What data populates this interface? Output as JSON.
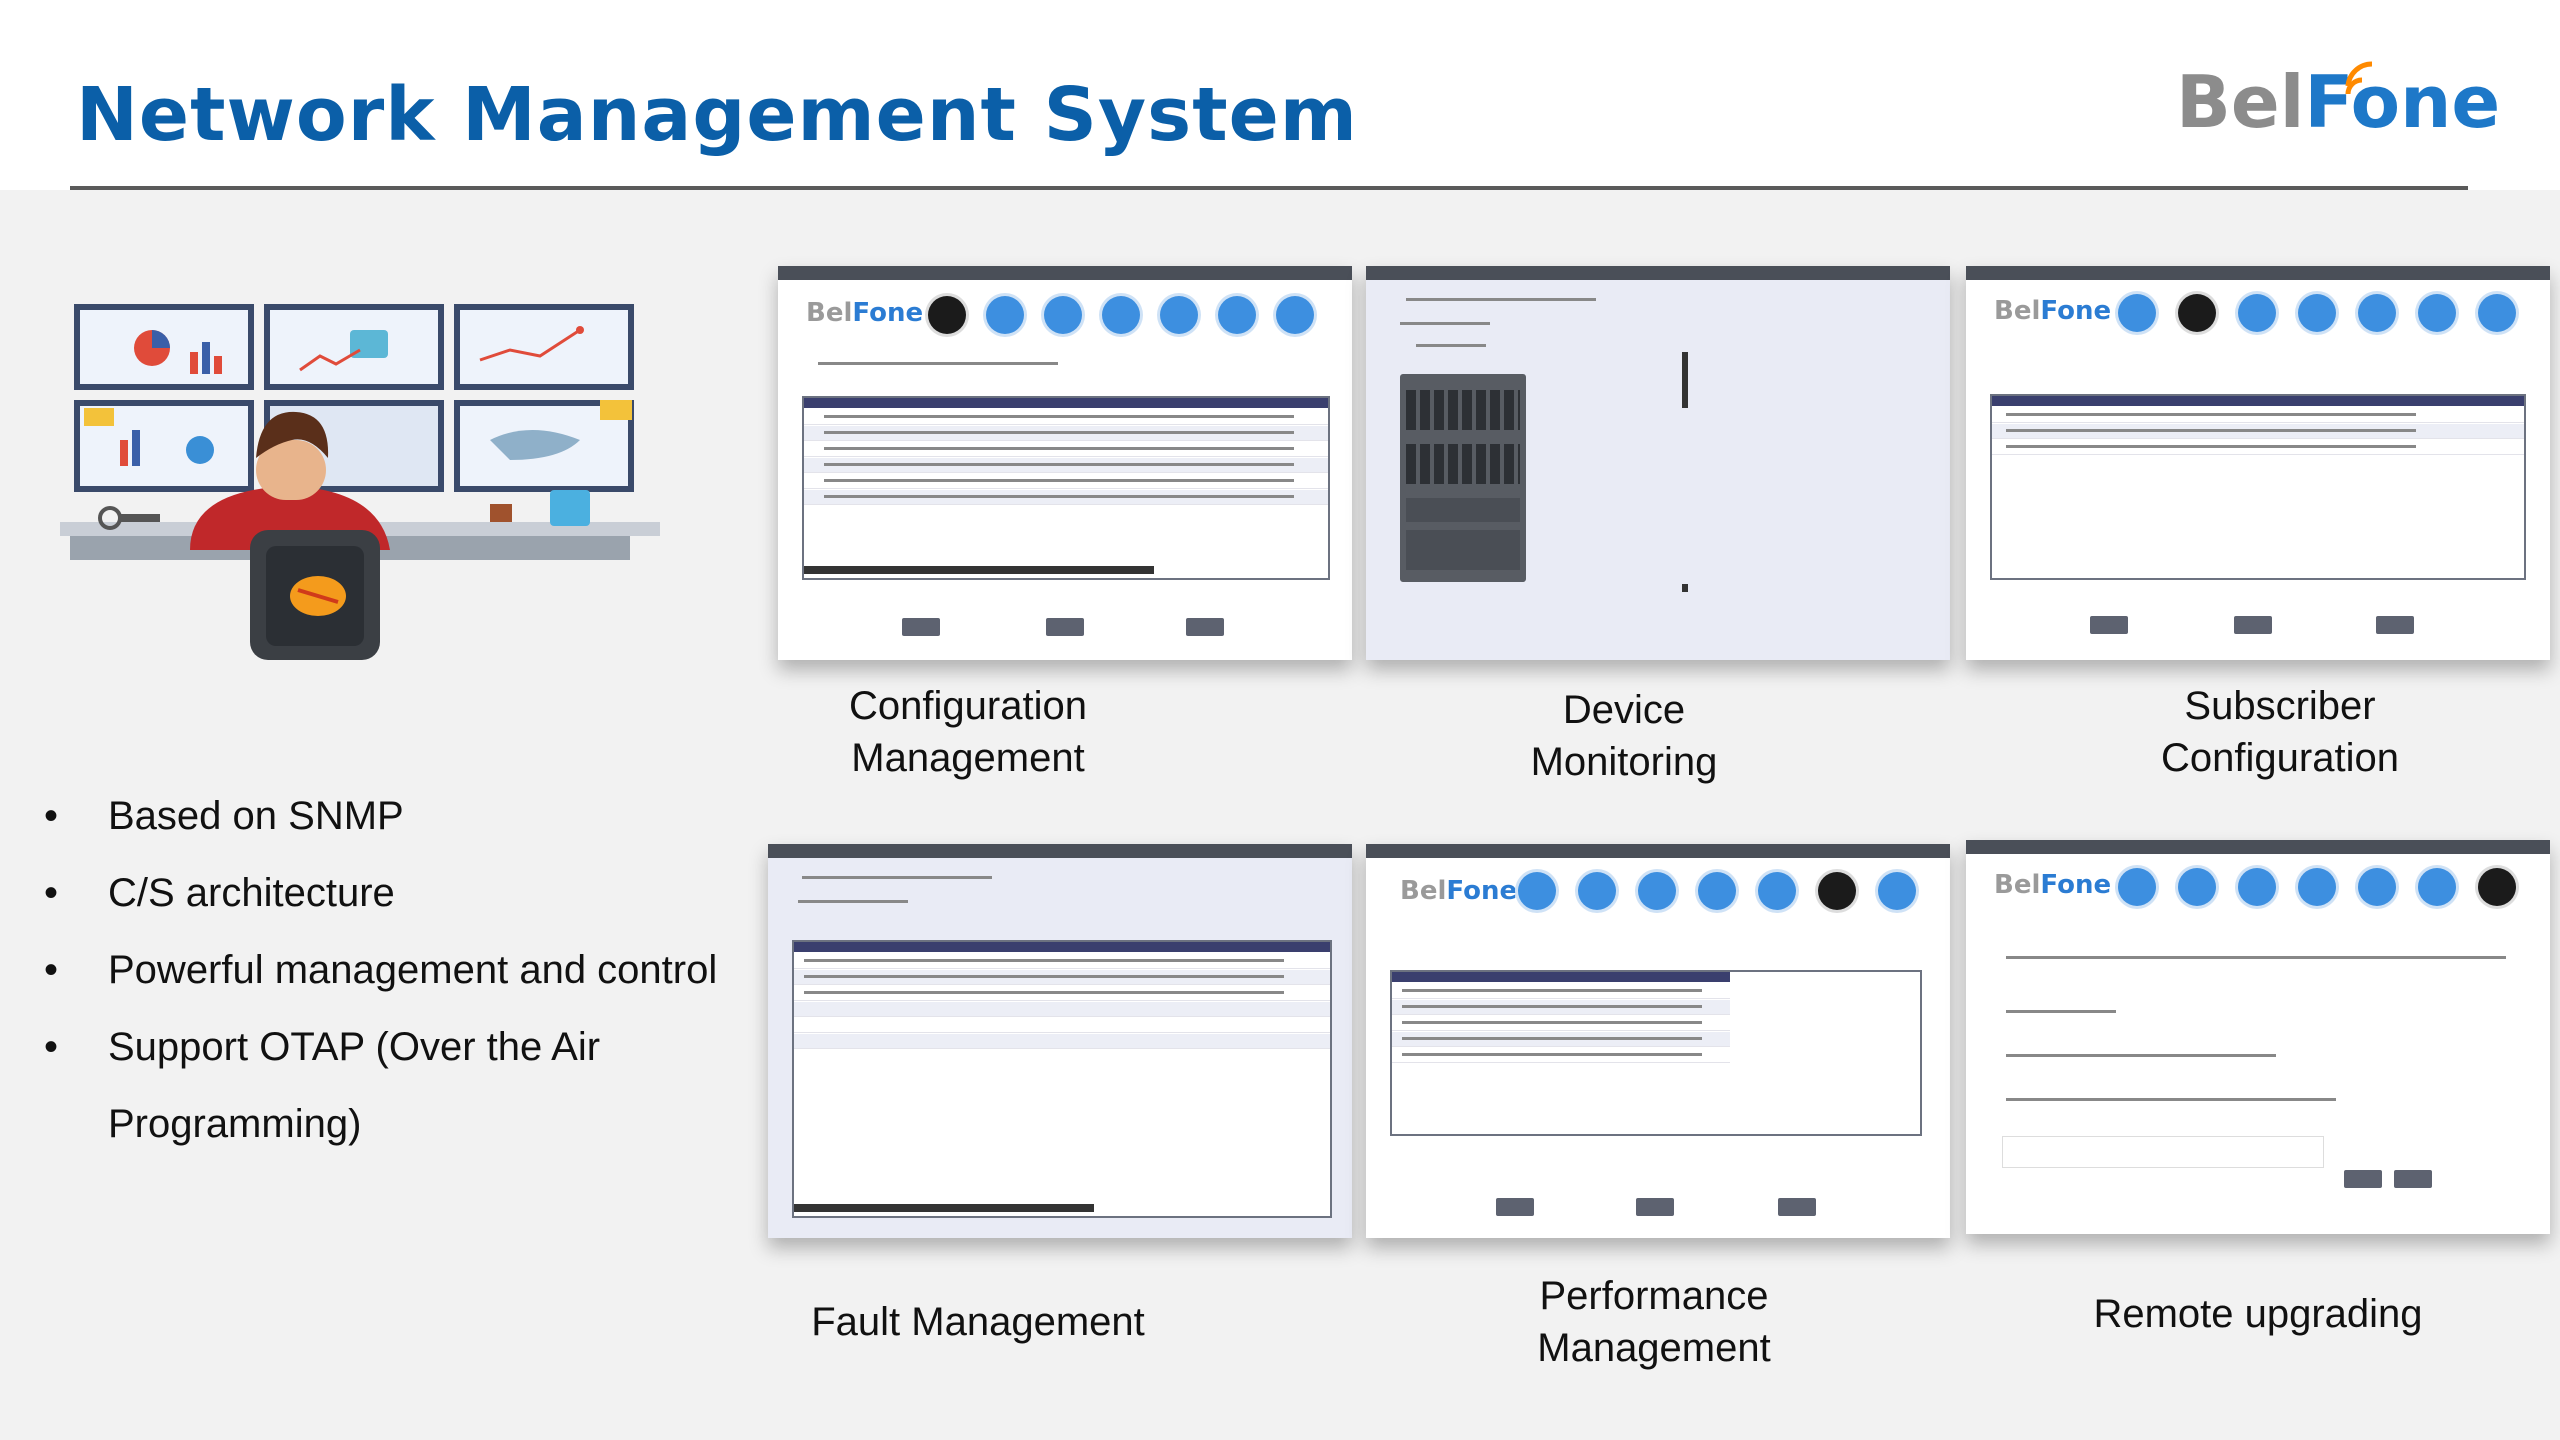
{
  "slide": {
    "title": "Network Management System",
    "logo": {
      "bel": "Bel",
      "fone": "Fone"
    }
  },
  "bullets": [
    "Based on SNMP",
    "C/S architecture",
    "Powerful management and control",
    "Support OTAP (Over the Air",
    "Programming)"
  ],
  "screens": [
    {
      "caption_line1": "Configuration",
      "caption_line2": "Management"
    },
    {
      "caption_line1": "Device",
      "caption_line2": "Monitoring"
    },
    {
      "caption_line1": "Subscriber",
      "caption_line2": "Configuration"
    },
    {
      "caption_line1": "Fault Management",
      "caption_line2": ""
    },
    {
      "caption_line1": "Performance",
      "caption_line2": "Management"
    },
    {
      "caption_line1": "Remote upgrading",
      "caption_line2": ""
    }
  ],
  "colors": {
    "title": "#0b5fa8",
    "accent": "#3d8fe0",
    "header_bar": "#4a4f58"
  }
}
